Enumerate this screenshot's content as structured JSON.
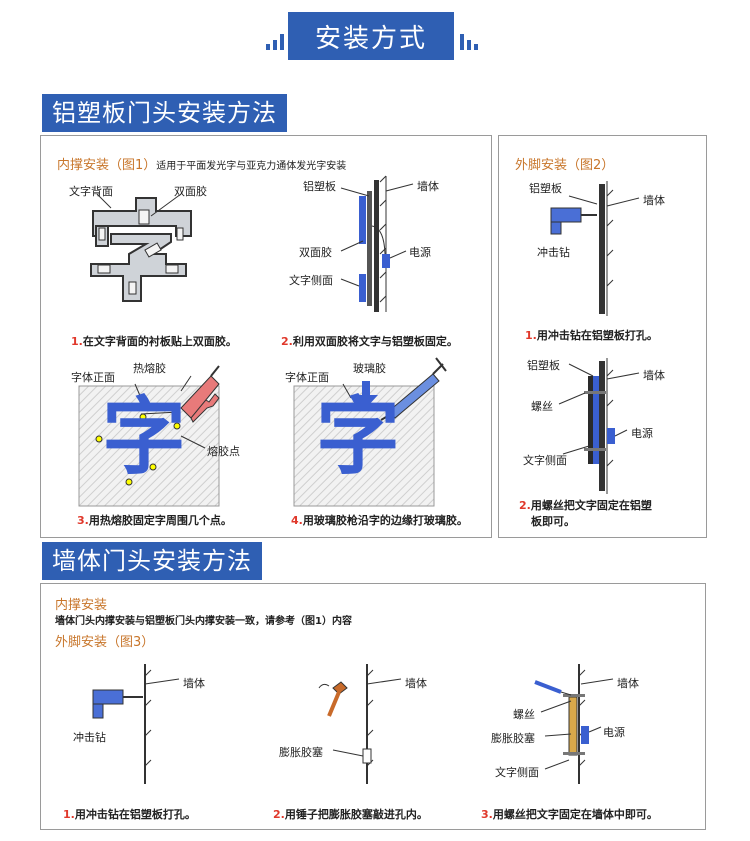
{
  "header": {
    "title": "安装方式"
  },
  "sections": {
    "aluminum": {
      "title": "铝塑板门头安装方法",
      "panel1": {
        "heading": "内撑安装（图1）",
        "subheading": "适用于平面发光字与亚克力通体发光字安装",
        "fig1": {
          "label_back": "文字背面",
          "label_tape": "双面胶",
          "caption_num": "1.",
          "caption": "在文字背面的衬板贴上双面胶。"
        },
        "fig2": {
          "label_panel": "铝塑板",
          "label_wall": "墙体",
          "label_tape": "双面胶",
          "label_power": "电源",
          "label_side": "文字侧面",
          "caption_num": "2.",
          "caption": "利用双面胶将文字与铝塑板固定。"
        },
        "fig3": {
          "label_front": "字体正面",
          "label_glue": "热熔胶",
          "label_point": "熔胶点",
          "glyph": "字",
          "caption_num": "3.",
          "caption": "用热熔胶固定字周围几个点。"
        },
        "fig4": {
          "label_front": "字体正面",
          "label_glue": "玻璃胶",
          "glyph": "字",
          "caption_num": "4.",
          "caption": "用玻璃胶枪沿字的边缘打玻璃胶。"
        }
      },
      "panel2": {
        "heading": "外脚安装（图2）",
        "fig1": {
          "label_panel": "铝塑板",
          "label_wall": "墙体",
          "label_drill": "冲击钻",
          "caption_num": "1.",
          "caption": "用冲击钻在铝塑板打孔。"
        },
        "fig2": {
          "label_panel": "铝塑板",
          "label_wall": "墙体",
          "label_screw": "螺丝",
          "label_power": "电源",
          "label_side": "文字侧面",
          "caption_num": "2.",
          "caption_line1": "用螺丝把文字固定在铝塑",
          "caption_line2": "板即可。"
        }
      }
    },
    "wall": {
      "title": "墙体门头安装方法",
      "inner_heading": "内撑安装",
      "inner_text": "墙体门头内撑安装与铝塑板门头内撑安装一致，请参考（图1）内容",
      "outer_heading": "外脚安装（图3）",
      "fig1": {
        "label_wall": "墙体",
        "label_drill": "冲击钻",
        "caption_num": "1.",
        "caption": "用冲击钻在铝塑板打孔。"
      },
      "fig2": {
        "label_wall": "墙体",
        "label_plug": "膨胀胶塞",
        "caption_num": "2.",
        "caption": "用锤子把膨胀胶塞敲进孔内。"
      },
      "fig3": {
        "label_wall": "墙体",
        "label_screw": "螺丝",
        "label_plug": "膨胀胶塞",
        "label_power": "电源",
        "label_side": "文字侧面",
        "caption_num": "3.",
        "caption": "用螺丝把文字固定在墙体中即可。"
      }
    }
  },
  "colors": {
    "brand_blue": "#2f5fb3",
    "orange": "#c8762b",
    "red": "#e0382b",
    "glyph_blue": "#3a5fd0",
    "wood": "#d8a84a"
  }
}
